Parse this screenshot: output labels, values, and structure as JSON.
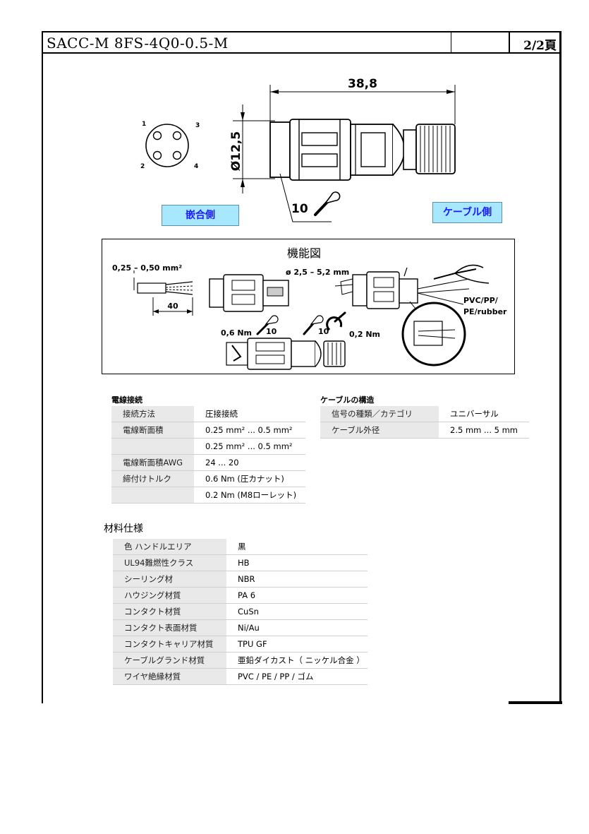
{
  "header": {
    "title": "SACC-M 8FS-4Q0-0.5-M",
    "page": "2/2頁"
  },
  "drawing": {
    "pin_labels": [
      "1",
      "3",
      "2",
      "4"
    ],
    "length_dim": "38,8",
    "diameter_dim": "Ø12,5",
    "wrench_size": "10",
    "label_mating_side": "嵌合側",
    "label_cable_side": "ケーブル側"
  },
  "function_diagram": {
    "title": "機能図",
    "wire_cross_section": "0,25 – 0,50 mm²",
    "strip_length": "40",
    "cable_diameter": "ø 2,5 – 5,2 mm",
    "cable_material_line1": "PVC/PP/",
    "cable_material_line2": "PE/rubber",
    "torque_1": "0,6 Nm",
    "wrench_1": "10",
    "wrench_2": "10",
    "torque_2": "0,2 Nm"
  },
  "wire_connection": {
    "title": "電線接続",
    "rows": [
      {
        "key": "接続方法",
        "value": "圧接接続"
      },
      {
        "key": "電線断面積",
        "value": "0.25 mm² ... 0.5 mm²"
      },
      {
        "key": "",
        "value": "0.25 mm² ... 0.5 mm²"
      },
      {
        "key": "電線断面積AWG",
        "value": "24 ... 20"
      },
      {
        "key": "締付けトルク",
        "value": "0.6 Nm (圧カナット)"
      },
      {
        "key": "",
        "value": "0.2 Nm (M8ローレット)"
      }
    ]
  },
  "cable_structure": {
    "title": "ケーブルの構造",
    "rows": [
      {
        "key": "信号の種類／カテゴリ",
        "value": "ユニバーサル"
      },
      {
        "key": "ケーブル外径",
        "value": "2.5 mm ... 5 mm"
      }
    ]
  },
  "material_spec": {
    "title": "材料仕様",
    "rows": [
      {
        "key": "色 ハンドルエリア",
        "value": "黒"
      },
      {
        "key": "UL94難燃性クラス",
        "value": "HB"
      },
      {
        "key": "シーリング材",
        "value": "NBR"
      },
      {
        "key": "ハウジング材質",
        "value": "PA 6"
      },
      {
        "key": "コンタクト材質",
        "value": "CuSn"
      },
      {
        "key": "コンタクト表面材質",
        "value": "Ni/Au"
      },
      {
        "key": "コンタクトキャリア材質",
        "value": "TPU GF"
      },
      {
        "key": "ケーブルグランド材質",
        "value": "亜鉛ダイカスト（ ニッケル合金 ）"
      },
      {
        "key": "ワイヤ絶縁材質",
        "value": "PVC / PE / PP / ゴム"
      }
    ]
  },
  "colors": {
    "label_bg": "#a8e8ff",
    "label_text": "#1a1aff",
    "table_key_bg": "#e9e9e9"
  }
}
